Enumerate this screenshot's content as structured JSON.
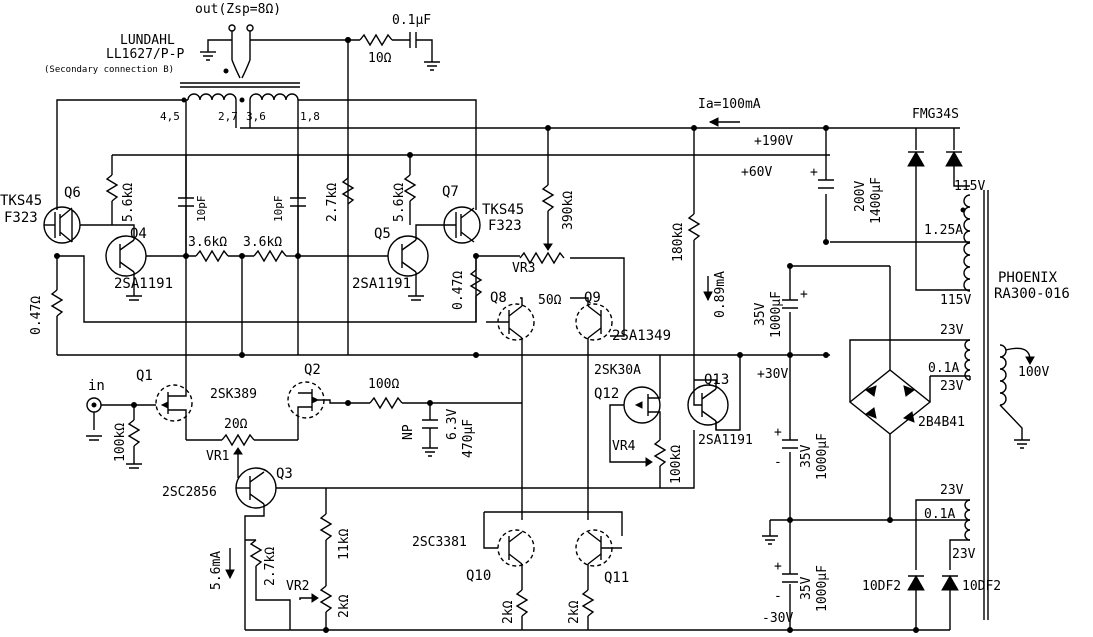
{
  "labels": {
    "out_zsp": "out(Zsp=8Ω)",
    "lundahl": "LUNDAHL",
    "ll1627": "LL1627/P-P",
    "secondary_conn": "(Secondary connection B)",
    "tap_45": "4,5",
    "tap_27": "2,7",
    "tap_36": "3,6",
    "tap_18": "1,8",
    "c_01uF": "0.1μF",
    "r_10": "10Ω",
    "ia": "Ia=100mA",
    "fmg34s": "FMG34S",
    "v190": "+190V",
    "v60": "+60V",
    "c_200v": "200V",
    "c_1400uf": "1400μF",
    "v115_top": "115V",
    "a125": "1.25A",
    "v115_bot": "115V",
    "phoenix": "PHOENIX",
    "ra300": "RA300-016",
    "tks45_l": "TKS45",
    "f323_l": "F323",
    "q6": "Q6",
    "r56k_l": "5.6kΩ",
    "c10pf_l": "10pF",
    "c10pf_r": "10pF",
    "r27k": "2.7kΩ",
    "r56k_r": "5.6kΩ",
    "q7": "Q7",
    "tks45_r": "TKS45",
    "f323_r": "F323",
    "r390k": "390kΩ",
    "r180k": "180kΩ",
    "q4": "Q4",
    "r36k_a": "3.6kΩ",
    "r36k_b": "3.6kΩ",
    "q5": "Q5",
    "vr3": "VR3",
    "r50": "50Ω",
    "ma089": "0.89mA",
    "v35_a": "35V",
    "c1000_a": "1000μF",
    "sa1191_l": "2SA1191",
    "sa1191_r": "2SA1191",
    "r047_l": "0.47Ω",
    "r047_r": "0.47Ω",
    "q8": "Q8",
    "q9": "Q9",
    "sa1349": "2SA1349",
    "v23_a": "23V",
    "a01_a": "0.1A",
    "v23_b": "23V",
    "v100": "100V",
    "in": "in",
    "q1": "Q1",
    "sk389": "2SK389",
    "q2": "Q2",
    "r100": "100Ω",
    "sk30a": "2SK30A",
    "q12": "Q12",
    "q13": "Q13",
    "v30": "+30V",
    "r100k_in": "100kΩ",
    "np": "NP",
    "v63": "6.3V",
    "c470": "470μF",
    "vr4": "VR4",
    "r100k_vr4": "100kΩ",
    "sa1191_q13": "2SA1191",
    "v35_b": "35V",
    "c1000_b": "1000μF",
    "b4b41": "2B4B41",
    "r20": "20Ω",
    "vr1": "VR1",
    "sc2856": "2SC2856",
    "q3": "Q3",
    "v23_c": "23V",
    "a01_b": "0.1A",
    "v23_d": "23V",
    "sc3381": "2SC3381",
    "ma56": "5.6mA",
    "r27k_b": "2.7kΩ",
    "r11k": "11kΩ",
    "vr2": "VR2",
    "r2k_vr2": "2kΩ",
    "q10": "Q10",
    "r2k_a": "2kΩ",
    "r2k_b": "2kΩ",
    "q11": "Q11",
    "v35_c": "35V",
    "c1000_c": "1000μF",
    "df2_l": "10DF2",
    "df2_r": "10DF2",
    "vm30": "-30V"
  }
}
